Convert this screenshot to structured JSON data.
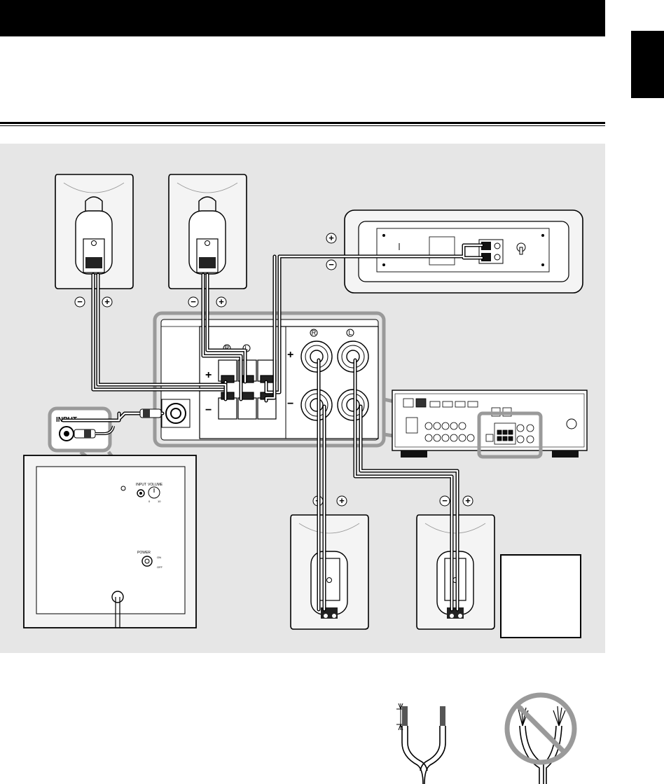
{
  "diagram": {
    "subwoofer_input_label": "INPUT",
    "panel": {
      "input_label": "INPUT",
      "volume_label": "VOLUME",
      "power_label": "POWER",
      "power_on": "ON",
      "power_off": "OFF",
      "volume_min": "0",
      "volume_max": "10"
    },
    "polarity": {
      "plus": "+",
      "minus": "−",
      "right": "R",
      "left": "L"
    }
  },
  "colors": {
    "page": "#ffffff",
    "header": "#000000",
    "diagram_background": "#e6e6e6",
    "highlight": "#9a9a9a",
    "speaker_fill": "#f4f4f4"
  }
}
